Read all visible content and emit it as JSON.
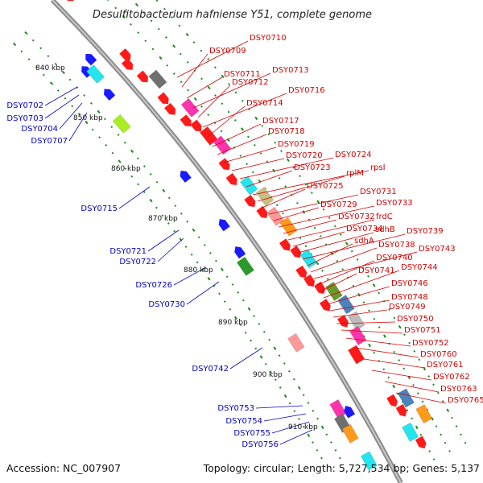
{
  "title": "Desulfitobacterium hafniense Y51, complete genome",
  "footer": {
    "accession": "Accession: NC_007907",
    "topology": "Topology: circular; Length: 5,727,534 bp; Genes: 5,137"
  },
  "colors": {
    "backbone": "#8c8c8c",
    "tick": "#1a8c1a",
    "red_label": "#d40000",
    "blue_label": "#0000c8"
  },
  "kbp_labels": [
    "840 kbp",
    "850 kbp",
    "860 kbp",
    "870 kbp",
    "880 kbp",
    "890 kbp",
    "900 kbp",
    "910 kbp"
  ],
  "genes_right": [
    "DSY0710",
    "DSY0709",
    "DSY0711",
    "DSY0713",
    "DSY0712",
    "DSY0716",
    "DSY0714",
    "DSY0717",
    "DSY0718",
    "DSY0719",
    "DSY0720",
    "DSY0724",
    "DSY0723",
    "rpsI",
    "rplM",
    "DSY0725",
    "DSY0731",
    "DSY0729",
    "DSY0733",
    "DSY0732",
    "frdC",
    "DSY0734",
    "sdhB",
    "DSY0739",
    "sdhA",
    "DSY0738",
    "DSY0743",
    "DSY0740",
    "DSY0741",
    "DSY0744",
    "DSY0746",
    "DSY0748",
    "DSY0749",
    "DSY0750",
    "DSY0751",
    "DSY0752",
    "DSY0760",
    "DSY0761",
    "DSY0762",
    "DSY0763",
    "DSY0765"
  ],
  "genes_left": [
    "DSY0702",
    "DSY0703",
    "DSY0704",
    "DSY0707",
    "DSY0715",
    "DSY0721",
    "DSY0722",
    "DSY0726",
    "DSY0730",
    "DSY0742",
    "DSY0753",
    "DSY0754",
    "DSY0755",
    "DSY0756"
  ]
}
